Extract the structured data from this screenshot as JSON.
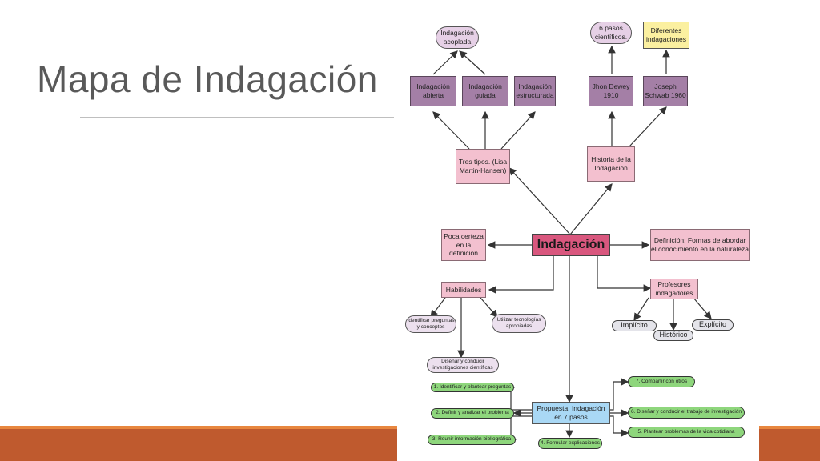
{
  "slide": {
    "title": "Mapa de Indagación"
  },
  "colors": {
    "accent_bar": "#bf5a2e",
    "accent_stripe": "#e8873f",
    "central_node": "#d9577e"
  },
  "map": {
    "center": "Indagación",
    "tipos_acoplada": "Indagación acoplada",
    "tipos": "Tres tipos. (Lisa Martin-Hansen)",
    "tipo_abierta": "Indagación abierta",
    "tipo_guiada": "Indagación guiada",
    "tipo_estructurada": "Indagación estructurada",
    "historia": "Historia de la Indagación",
    "dewey": "Jhon Dewey 1910",
    "dewey_pasos": "6 pasos científicos.",
    "schwab": "Joseph Schwab 1960",
    "schwab_diferentes": "Diferentes indagaciones",
    "poca_certeza": "Poca certeza en la definición",
    "definicion": "Definición: Formas de abordar el conocimiento en la naturaleza",
    "habilidades": "Habilidades",
    "hab_identificar": "Identificar preguntas y conceptos",
    "hab_tecnologias": "Utilizar tecnologías apropiadas",
    "hab_disenar": "Diseñar y conducir investigaciones científicas",
    "profesores": "Profesores indagadores",
    "prof_implicito": "Implícito",
    "prof_historico": "Histórico",
    "prof_explicito": "Explícito",
    "propuesta": "Propuesta: Indagación en 7 pasos",
    "paso1": "1. Identificar y plantear preguntas",
    "paso2": "2. Definir y analizar el problema",
    "paso3": "3. Reunir información bibliográfica",
    "paso4": "4. Formular explicaciones",
    "paso5": "5. Plantear problemas de la vida cotidiana",
    "paso6": "6. Diseñar y conducir el trabajo de investigación",
    "paso7": "7. Compartir con otros"
  }
}
